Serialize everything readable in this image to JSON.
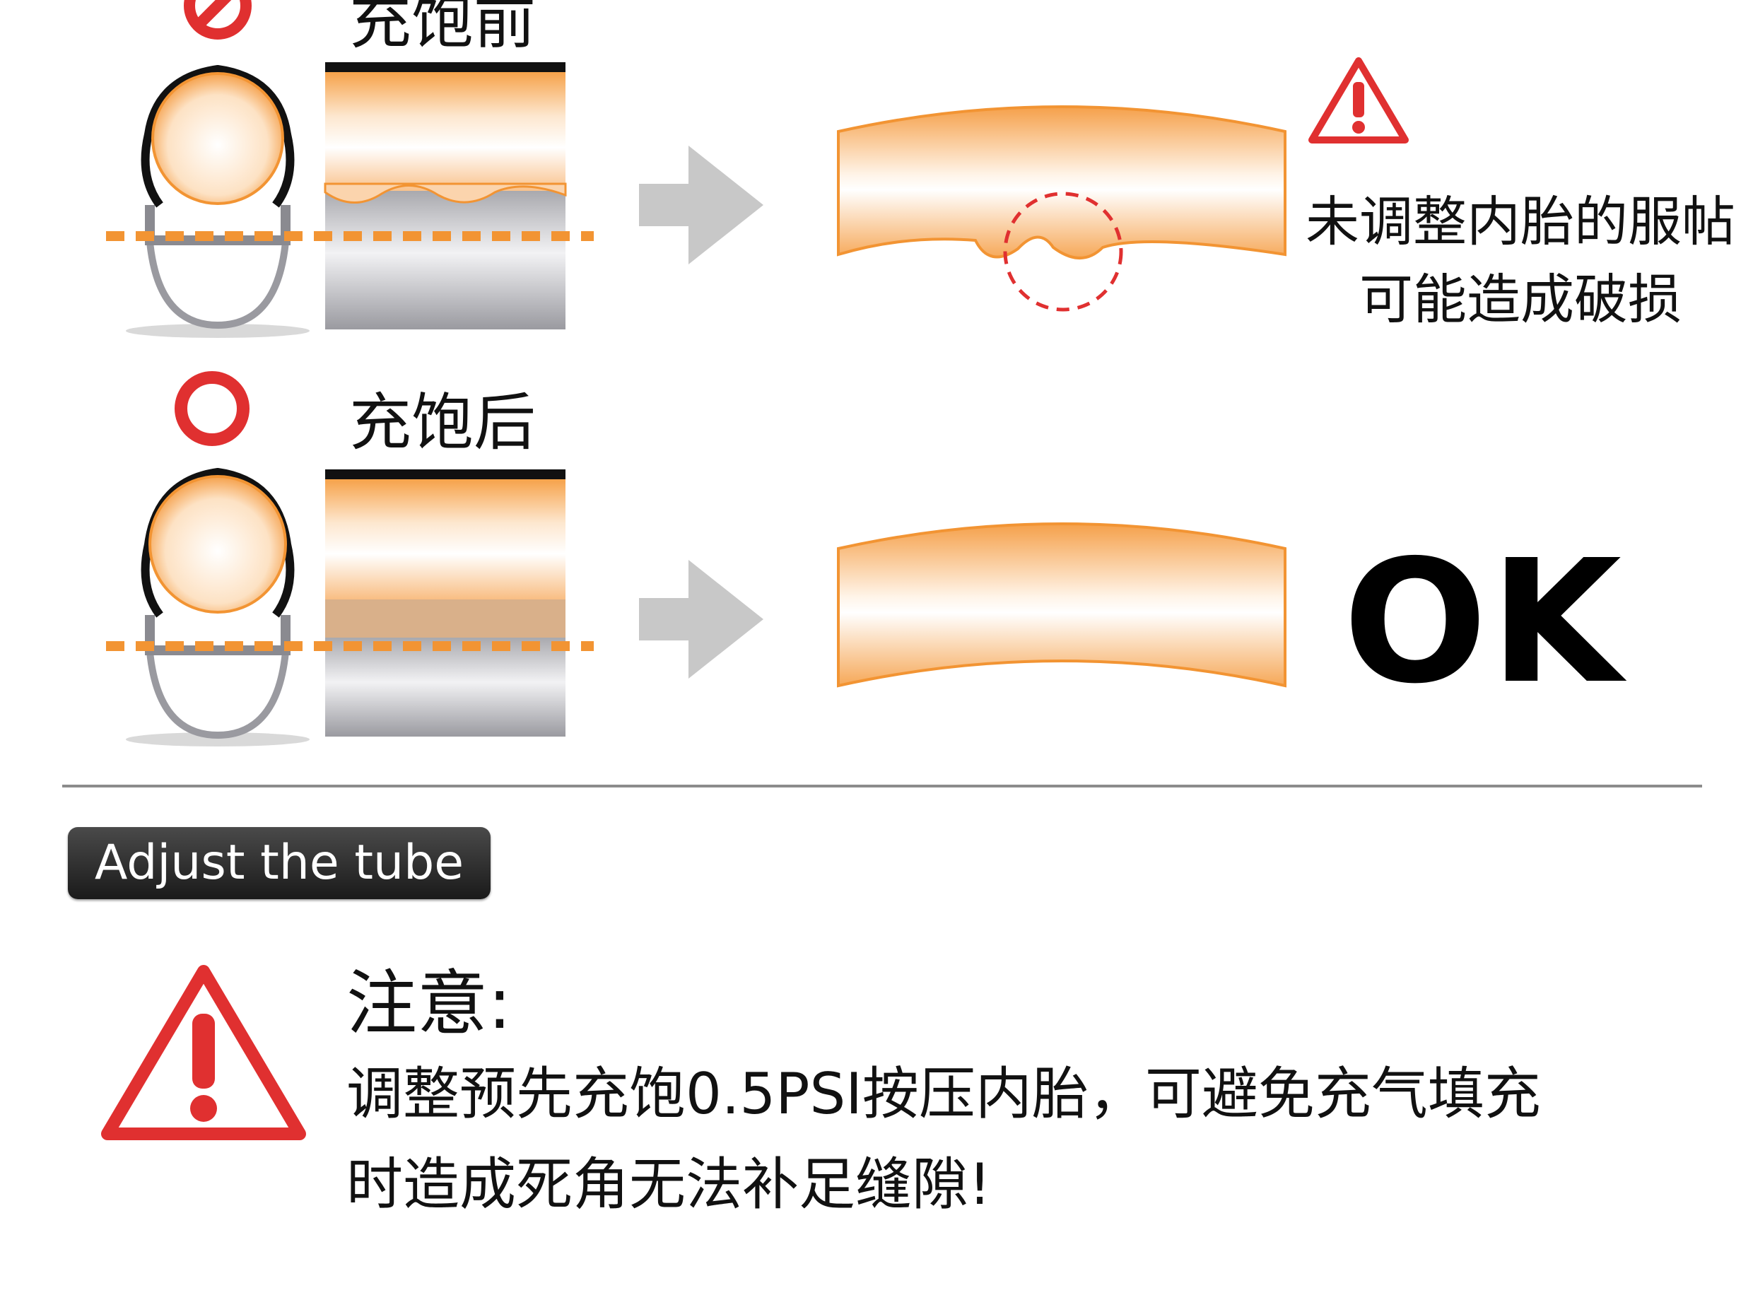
{
  "rows": [
    {
      "status_icon": "prohibited-icon",
      "label": "充饱前",
      "arrow_icon": "arrow-right-icon",
      "result_icon": "warning-icon",
      "result_text": [
        "未调整内胎的服帖",
        "可能造成破损"
      ]
    },
    {
      "status_icon": "ok-circle-icon",
      "label": "充饱后",
      "arrow_icon": "arrow-right-icon",
      "result_text_large": "OK"
    }
  ],
  "section": {
    "title": "Adjust the tube"
  },
  "notice": {
    "icon": "warning-icon",
    "heading": "注意:",
    "lines": [
      "调整预先充饱0.5PSI按压内胎，可避免充气填充",
      "时造成死角无法补足缝隙!"
    ]
  },
  "colors": {
    "accent": "#f29433",
    "warning": "#e03030",
    "gray": "#bdbdbd"
  }
}
